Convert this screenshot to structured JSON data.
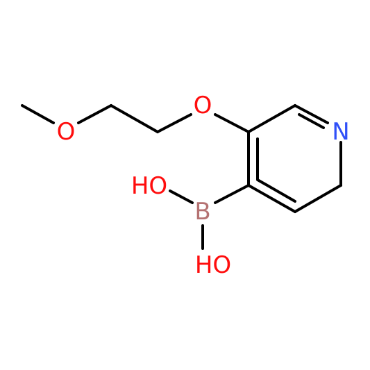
{
  "molecule": {
    "atoms": {
      "o_methoxy": "O",
      "o_ether": "O",
      "n_ring": "N",
      "b": "B",
      "oh_top": "HO",
      "oh_bottom": "HO"
    },
    "colors": {
      "oxygen": "#ff0d0d",
      "nitrogen": "#3050f8",
      "boron": "#b57272",
      "bond": "#000000",
      "background": "#ffffff"
    }
  }
}
